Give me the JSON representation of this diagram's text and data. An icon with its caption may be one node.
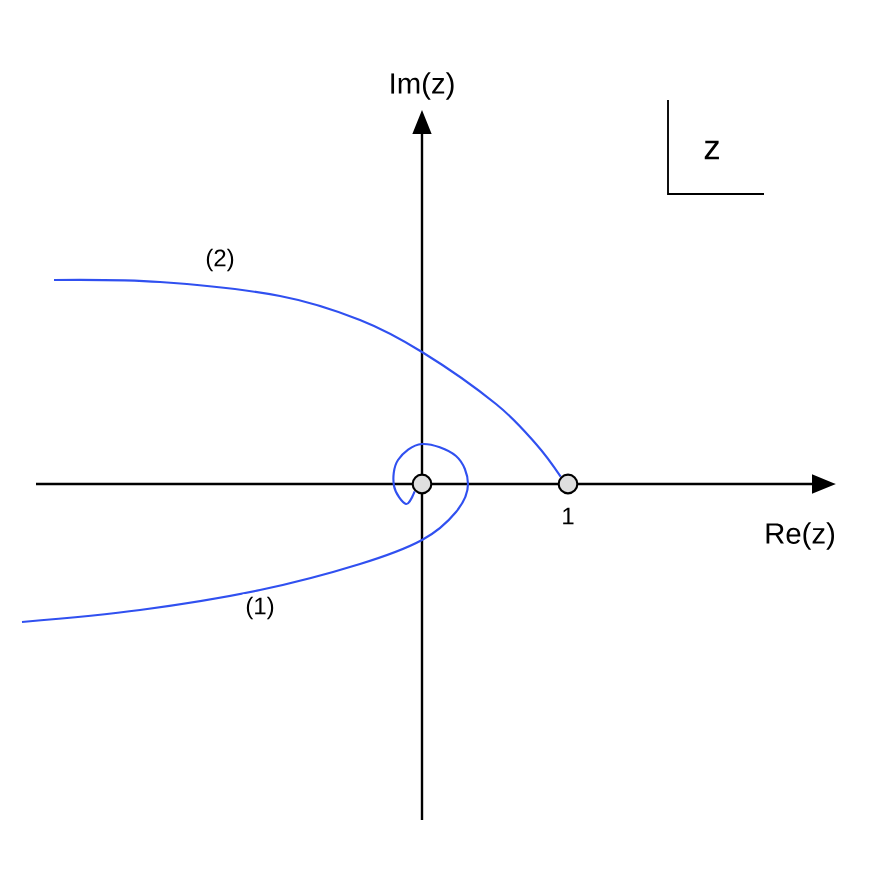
{
  "diagram": {
    "nodes": [
      {
        "text": [],
        "shape": "circle"
      },
      {
        "text": [],
        "shape": "circle",
        "beside": [
          "1"
        ]
      }
    ],
    "edges": [
      {
        "from": null,
        "to": 0,
        "arrow": "none",
        "label": "(1)"
      },
      {
        "from": null,
        "to": 1,
        "arrow": "none",
        "label": "(2)"
      }
    ],
    "labels": [
      "Im(z)",
      "z",
      "Re(z)"
    ]
  }
}
